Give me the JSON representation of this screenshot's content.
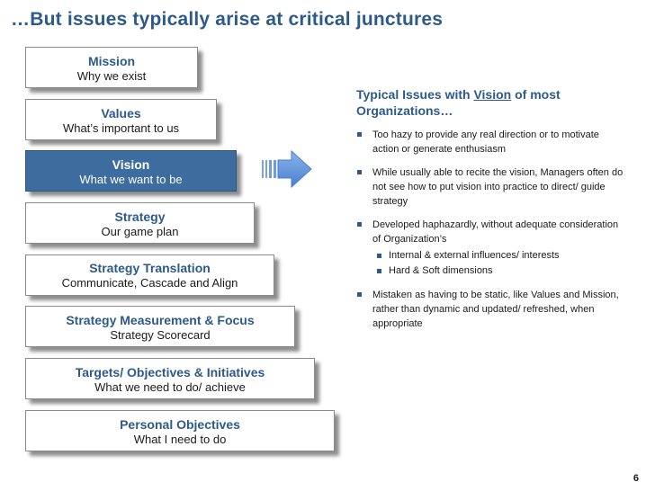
{
  "slide": {
    "title": "…But issues typically arise at critical junctures",
    "page_number": "6"
  },
  "pyramid": [
    {
      "head": "Mission",
      "sub": "Why we exist",
      "highlight": false
    },
    {
      "head": "Values",
      "sub": "What’s important to us",
      "highlight": false
    },
    {
      "head": "Vision",
      "sub": "What we want to be",
      "highlight": true
    },
    {
      "head": "Strategy",
      "sub": "Our game plan",
      "highlight": false
    },
    {
      "head": "Strategy Translation",
      "sub": "Communicate, Cascade and Align",
      "highlight": false
    },
    {
      "head": "Strategy Measurement & Focus",
      "sub": "Strategy Scorecard",
      "highlight": false
    },
    {
      "head": "Targets/ Objectives & Initiatives",
      "sub": "What we need to do/ achieve",
      "highlight": false
    },
    {
      "head": "Personal Objectives",
      "sub": "What I need to do",
      "highlight": false
    }
  ],
  "panel": {
    "title_prefix": "Typical Issues with ",
    "title_emphasis": "Vision",
    "title_suffix": " of most Organizations…",
    "issues": [
      {
        "text": "Too hazy to provide any real direction or to motivate action or generate enthusiasm"
      },
      {
        "text": "While usually able to recite the vision, Managers often do not see how to put vision into practice to direct/ guide strategy"
      },
      {
        "text": "Developed haphazardly, without adequate consideration of Organization’s",
        "subitems": [
          "Internal & external influences/ interests",
          "Hard & Soft dimensions"
        ]
      },
      {
        "text": "Mistaken as having to be static, like Values and Mission, rather than dynamic and updated/ refreshed, when appropriate"
      }
    ]
  },
  "colors": {
    "title_blue": "#2d5a8a",
    "highlight_fill": "#3d6d9e",
    "arrow_fill": "#5a8fd6"
  }
}
